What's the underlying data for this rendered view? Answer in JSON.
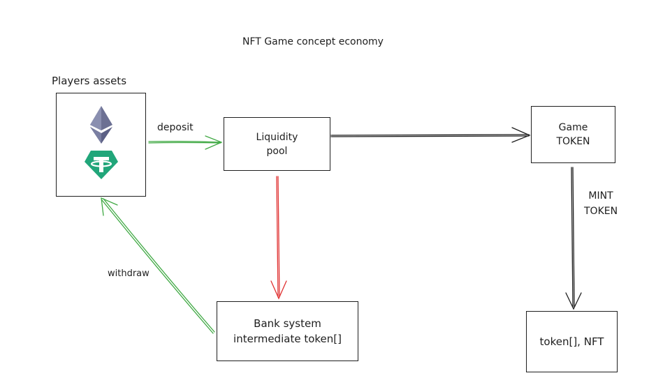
{
  "diagram": {
    "title": "NFT Game concept economy",
    "players_assets": {
      "title": "Players assets",
      "icons": [
        "ethereum-icon",
        "tether-icon"
      ]
    },
    "nodes": {
      "liquidity_pool": "Liquidity\npool",
      "game_token": "Game\nTOKEN",
      "bank_system": "Bank system\nintermediate token[]",
      "token_nft": "token[], NFT"
    },
    "edges": {
      "deposit": "deposit",
      "withdraw": "withdraw",
      "mint": "MINT\nTOKEN"
    },
    "colors": {
      "green": "#40a944",
      "red": "#e03131",
      "dark": "#1e1e1e",
      "eth": "#6c7093",
      "tether": "#21a67a"
    }
  }
}
